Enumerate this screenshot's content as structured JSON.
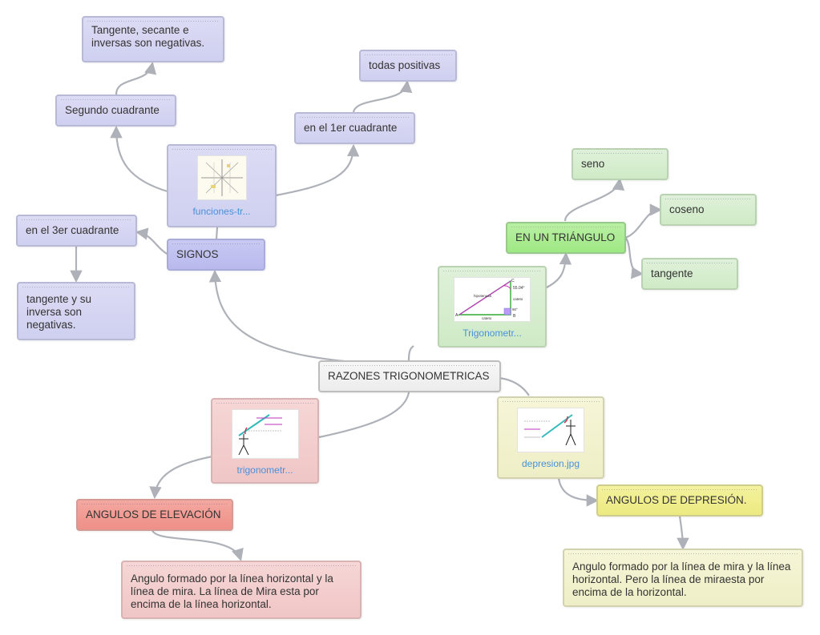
{
  "colors": {
    "link": "#aeb1b8",
    "caption": "#4a90d9"
  },
  "root": {
    "label": "RAZONES TRIGONOMETRICAS"
  },
  "signos": {
    "label": "SIGNOS",
    "image_caption": "funciones-tr...",
    "segundo": "Segundo cuadrante",
    "segundo_detail": "Tangente, secante e inversas son negativas.",
    "primero": "en el 1er cuadrante",
    "primero_detail": "todas positivas",
    "tercero": "en el 3er cuadrante",
    "tercero_detail": "tangente y su inversa son negativas."
  },
  "triangulo": {
    "image_caption": "Trigonometr...",
    "label": "EN UN TRIÁNGULO",
    "seno": "seno",
    "coseno": "coseno",
    "tangente": "tangente",
    "fig": {
      "angle": "55.04°",
      "hyp": "hipotenusa",
      "cat1": "cateto",
      "cat2": "cateto",
      "right": "90°",
      "A": "A",
      "B": "B",
      "C": "C"
    }
  },
  "elevacion": {
    "image_caption": "trigonometr...",
    "label": "ANGULOS DE ELEVACIÓN",
    "detail": "Angulo formado por la línea horizontal y la línea de mira. La línea de Mira esta por encima de la línea horizontal."
  },
  "depresion": {
    "image_caption": "depresion.jpg",
    "label": "ANGULOS DE DEPRESIÓN.",
    "detail": "Angulo formado por la línea de mira y la línea horizontal. Pero la línea de miraesta por encima de la horizontal."
  }
}
